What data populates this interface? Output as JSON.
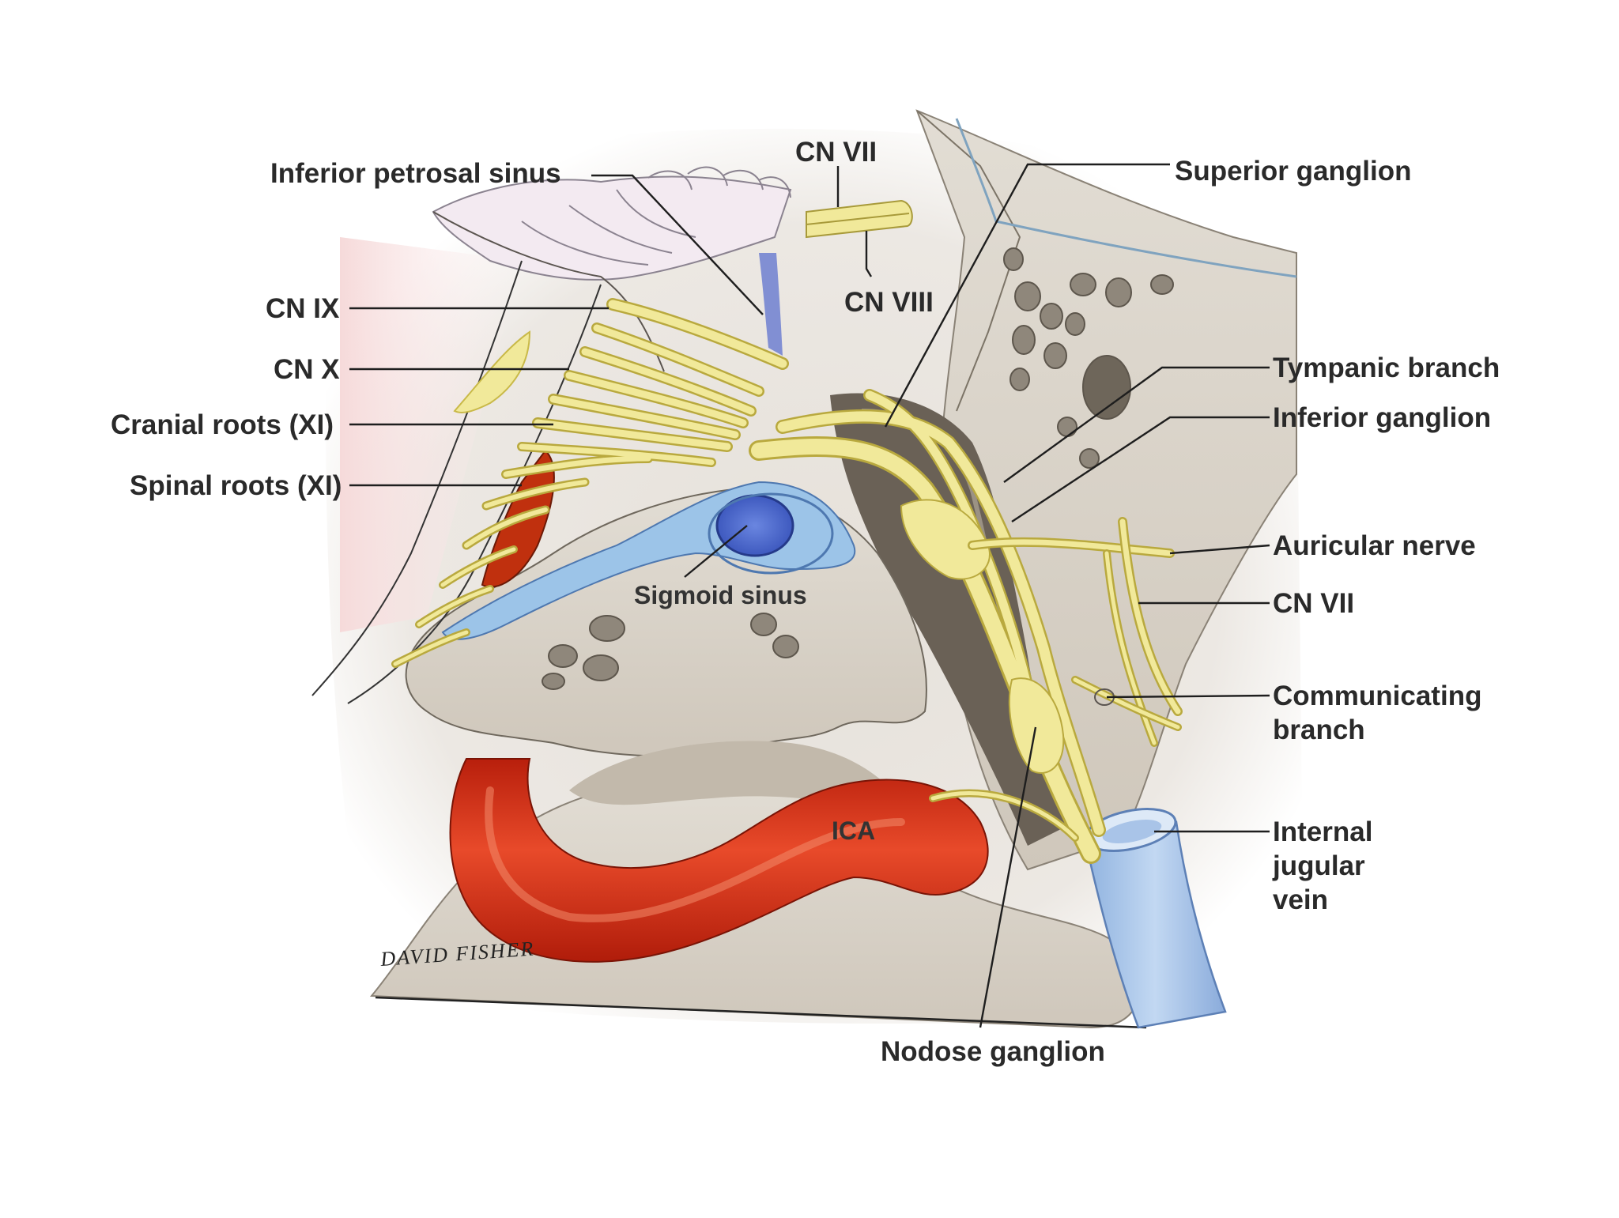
{
  "figure": {
    "signature": "DAVID FISHER",
    "colors": {
      "bone": "#d9d3c8",
      "bone_shadow": "#b6ada0",
      "nerve": "#f1e99a",
      "nerve_outline": "#c9b948",
      "artery": "#d42d14",
      "vein": "#9fc0e6",
      "sinus": "#4b6ad0",
      "brainstem": "#efe6ee"
    }
  },
  "labels": {
    "inferior_petrosal_sinus": "Inferior petrosal sinus",
    "cn_vii_top": "CN VII",
    "cn_viii": "CN VIII",
    "superior_ganglion": "Superior ganglion",
    "cn_ix": "CN IX",
    "cn_x": "CN X",
    "cranial_roots": "Cranial roots (XI)",
    "spinal_roots": "Spinal roots (XI)",
    "tympanic_branch": "Tympanic branch",
    "inferior_ganglion": "Inferior ganglion",
    "sigmoid_sinus": "Sigmoid sinus",
    "auricular_nerve": "Auricular nerve",
    "cn_vii_right": "CN VII",
    "communicating_branch_line1": "Communicating",
    "communicating_branch_line2": "branch",
    "ica": "ICA",
    "internal_jugular_line1": "Internal",
    "internal_jugular_line2": "jugular",
    "internal_jugular_line3": "vein",
    "nodose_ganglion": "Nodose ganglion"
  }
}
